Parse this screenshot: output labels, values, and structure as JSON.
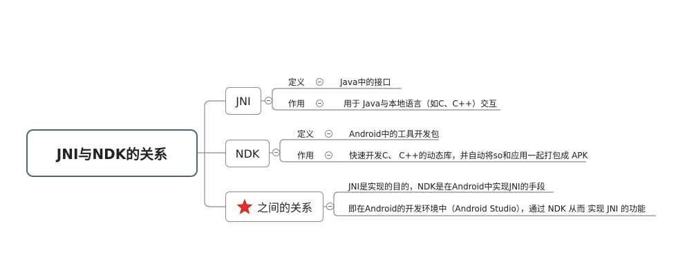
{
  "root": {
    "label": "JNI与NDK的关系"
  },
  "branches": [
    {
      "label": "JNI",
      "items": [
        {
          "key": "定义",
          "value": "Java中的接口"
        },
        {
          "key": "作用",
          "value": "用于 Java与本地语言（如C、C++）交互"
        }
      ]
    },
    {
      "label": "NDK",
      "items": [
        {
          "key": "定义",
          "value": "Android中的工具开发包"
        },
        {
          "key": "作用",
          "value": "快速开发C、 C++的动态库，并自动将so和应用一起打包成 APK"
        }
      ]
    },
    {
      "label": "之间的关系",
      "icon": "red-star-icon",
      "notes": [
        "JNI是实现的目的，NDK是在Android中实现JNI的手段",
        "即在Android的开发环境中（Android Studio），通过 NDK 从而 实现 JNI 的功能"
      ]
    }
  ],
  "colors": {
    "root_border": "#4f6479",
    "line": "#8a8a8a",
    "star": "#e0302a"
  }
}
